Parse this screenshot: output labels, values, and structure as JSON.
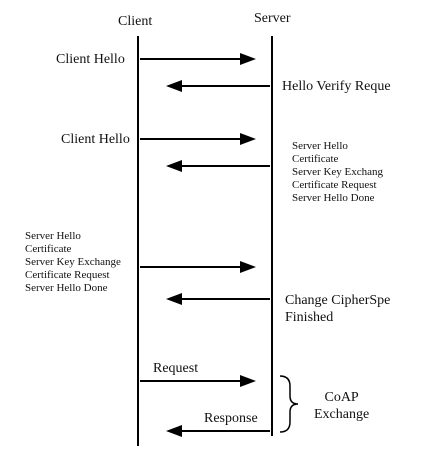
{
  "header": {
    "client": "Client",
    "server": "Server"
  },
  "messages": {
    "client_hello_1": "Client Hello",
    "hello_verify_request": "Hello Verify Reque",
    "client_hello_2": "Client Hello",
    "server_block_right": [
      "Server Hello",
      "Certificate",
      "Server Key Exchang",
      "Certificate Request",
      "Server Hello Done"
    ],
    "server_block_left": [
      "Server Hello",
      "Certificate",
      "Server Key Exchange",
      "Certificate Request",
      "Server Hello Done"
    ],
    "change_cipher": [
      "Change CipherSpe",
      "Finished"
    ],
    "request": "Request",
    "response": "Response"
  },
  "coap": {
    "line1": "CoAP",
    "line2": "Exchange"
  }
}
